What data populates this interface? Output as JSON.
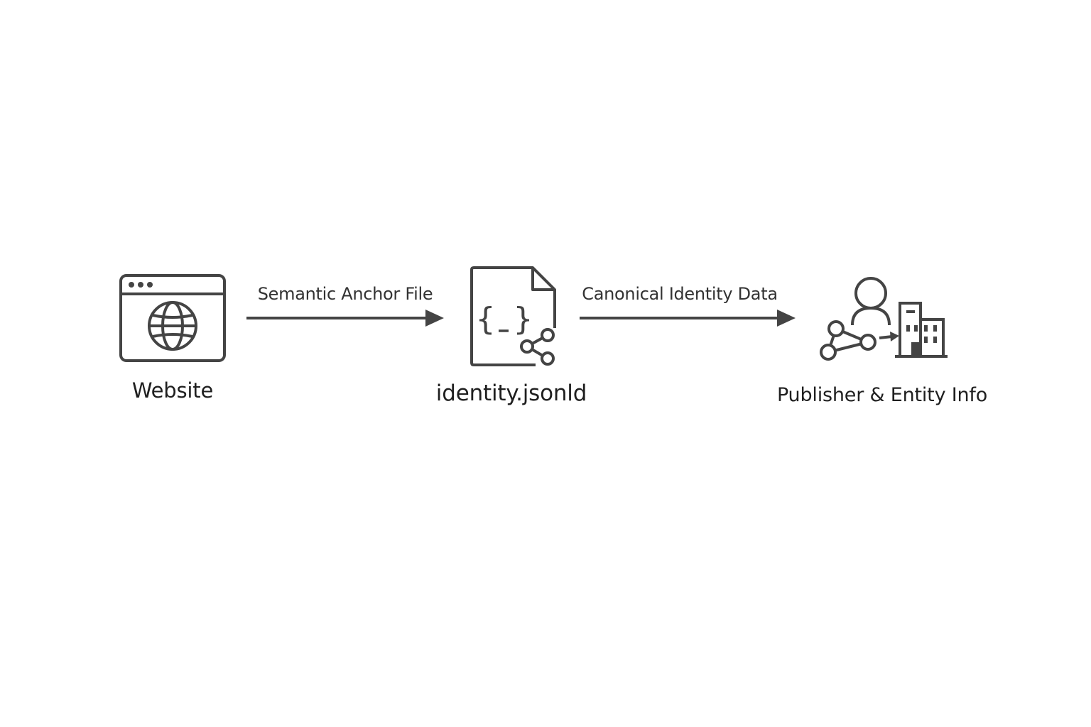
{
  "colors": {
    "stroke": "#444444",
    "text": "#1f1f1f",
    "background": "#ffffff"
  },
  "nodes": {
    "website": {
      "label": "Website",
      "icon": "browser-globe-icon"
    },
    "identity_file": {
      "label": "identity.jsonld",
      "icon": "json-document-share-icon",
      "glyph": "{ }"
    },
    "publisher": {
      "label": "Publisher & Entity Info",
      "icon": "person-network-building-icon"
    }
  },
  "edges": {
    "website_to_file": {
      "label": "Semantic Anchor File"
    },
    "file_to_publisher": {
      "label": "Canonical Identity Data"
    }
  }
}
